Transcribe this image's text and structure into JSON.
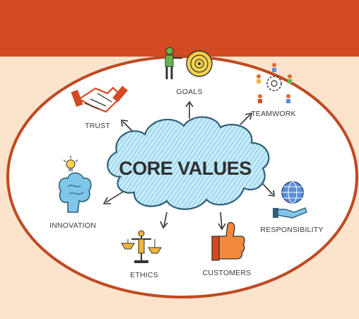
{
  "diagram": {
    "title": "CORE VALUES",
    "colors": {
      "background": "#fbe3cc",
      "banner": "#d24a22",
      "ellipse_border": "#bf4a22",
      "ellipse_fill": "#ffffff",
      "cloud_fill": "#bfe7f5",
      "cloud_stroke": "#2f5f78"
    },
    "values": [
      {
        "label": "GOALS",
        "icon": "target-icon"
      },
      {
        "label": "TEAMWORK",
        "icon": "gear-team-icon"
      },
      {
        "label": "RESPONSIBILITY",
        "icon": "globe-hand-icon"
      },
      {
        "label": "CUSTOMERS",
        "icon": "thumbs-up-icon"
      },
      {
        "label": "ETHICS",
        "icon": "scales-icon"
      },
      {
        "label": "INNOVATION",
        "icon": "brain-lightbulb-icon"
      },
      {
        "label": "TRUST",
        "icon": "handshake-icon"
      }
    ]
  }
}
